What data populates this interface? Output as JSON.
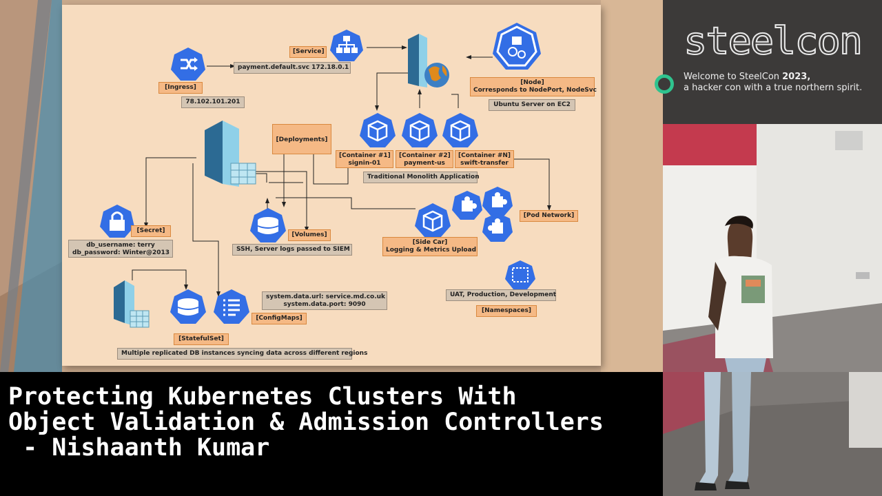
{
  "slide": {
    "ingress_tag": "[Ingress]",
    "ingress_ip": "78.102.101.201",
    "service_tag": "[Service]",
    "service_addr": "payment.default.svc 172.18.0.1",
    "node_tag": "[Node]",
    "node_desc": "Corresponds to NodePort, NodeSvc",
    "node_host": "Ubuntu Server on EC2",
    "deployments_tag": "[Deployments]",
    "containers": [
      {
        "tag": "[Container #1]",
        "name": "signin-01"
      },
      {
        "tag": "[Container #2]",
        "name": "payment-us"
      },
      {
        "tag": "[Container #N]",
        "name": "swift-transfer"
      }
    ],
    "monolith_note": "Traditional Monolith Application",
    "pod_network_tag": "[Pod Network]",
    "secret_tag": "[Secret]",
    "secret_user": "db_username: terry",
    "secret_pass": "db_password: Winter@2013",
    "volumes_tag": "[Volumes]",
    "volumes_note": "SSH, Server logs passed to SIEM",
    "sidecar_tag": "[Side Car]",
    "sidecar_desc": "Logging & Metrics Upload",
    "configmap_url": "system.data.url: service.md.co.uk",
    "configmap_port": "system.data.port: 9090",
    "configmaps_tag": "[ConfigMaps]",
    "namespaces_note": "UAT, Production, Development",
    "namespaces_tag": "[Namespaces]",
    "statefulset_tag": "[StatefulSet]",
    "statefulset_note": "Multiple replicated DB instances syncing data across different regions"
  },
  "banner": {
    "logo_text": "steelcon",
    "welcome_line1_prefix": "Welcome to SteelCon ",
    "welcome_line1_year": "2023,",
    "welcome_line2": "a hacker con with a true northern spirit."
  },
  "talk": {
    "title_line1": "Protecting Kubernetes Clusters With",
    "title_line2": "Object Validation & Admission Controllers",
    "title_line3": " - Nishaanth Kumar"
  },
  "colors": {
    "k8s_blue": "#336ee5",
    "tag_fill": "#f5b985",
    "note_fill": "#d4c5b3",
    "slide_bg": "#f7dcbf",
    "accent_green": "#2fc38e"
  }
}
